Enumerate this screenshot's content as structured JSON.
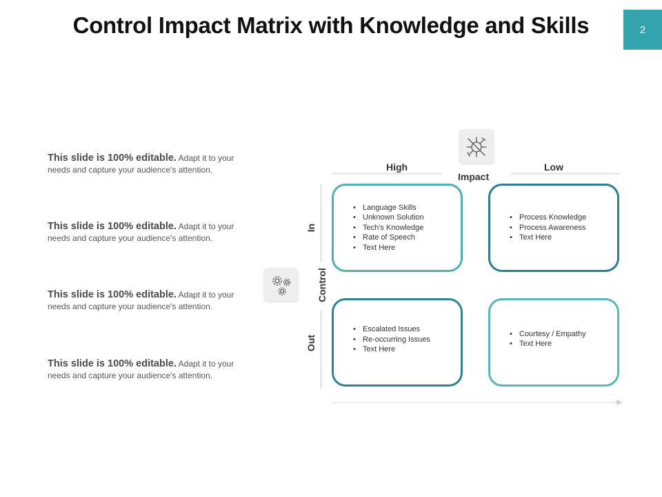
{
  "slide": {
    "title": "Control Impact Matrix with Knowledge and Skills",
    "page_number": "2",
    "accent_color": "#33a3ad"
  },
  "notes": [
    {
      "bold": "This slide is 100% editable.",
      "rest": " Adapt it to your needs and capture your audience's attention."
    },
    {
      "bold": "This slide is 100% editable.",
      "rest": " Adapt it to your needs and capture your audience's attention."
    },
    {
      "bold": "This slide is 100% editable.",
      "rest": " Adapt it to your needs and capture your audience's attention."
    },
    {
      "bold": "This slide is 100% editable.",
      "rest": " Adapt it to your needs and capture your audience's attention."
    }
  ],
  "matrix": {
    "x_axis_title": "Impact",
    "x_high": "High",
    "x_low": "Low",
    "y_axis_title": "Control",
    "y_in": "In",
    "y_out": "Out",
    "impact_icon": "compass-icon",
    "control_icon": "gears-icon",
    "quadrants": {
      "in_high": [
        "Language Skills",
        "Unknown Solution",
        "Tech's Knowledge",
        "Rate of Speech",
        "Text Here"
      ],
      "in_low": [
        "Process Knowledge",
        "Process Awareness",
        "Text Here"
      ],
      "out_high": [
        "Escalated Issues",
        "Re-occurring Issues",
        "Text Here"
      ],
      "out_low": [
        "Courtesy / Empathy",
        "Text Here"
      ]
    },
    "quadrant_colors": {
      "in_high": "#4db1b5",
      "in_low": "#2a7f91",
      "out_high": "#2a8494",
      "out_low": "#55b9b9"
    }
  }
}
